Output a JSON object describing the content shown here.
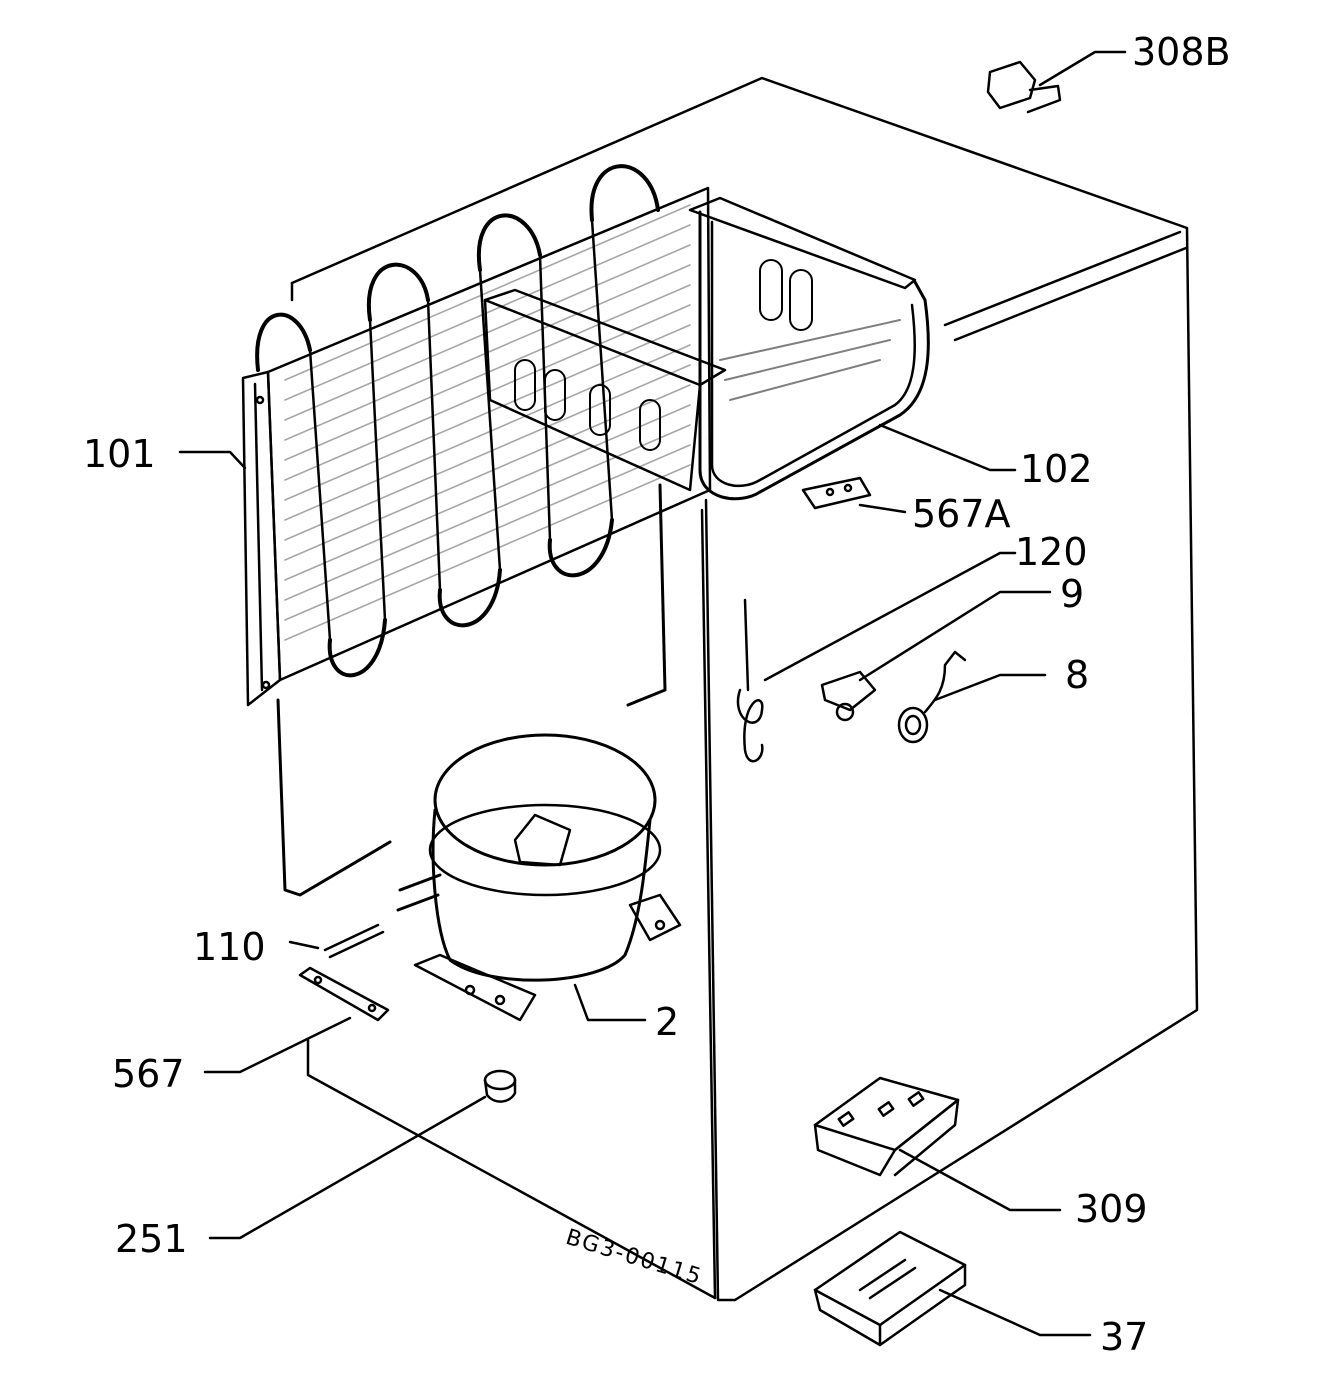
{
  "parts": [
    {
      "id": "p308b",
      "label": "308B"
    },
    {
      "id": "p101",
      "label": "101"
    },
    {
      "id": "p102",
      "label": "102"
    },
    {
      "id": "p567a",
      "label": "567A"
    },
    {
      "id": "p120",
      "label": "120"
    },
    {
      "id": "p9",
      "label": "9"
    },
    {
      "id": "p8",
      "label": "8"
    },
    {
      "id": "p110",
      "label": "110"
    },
    {
      "id": "p2",
      "label": "2"
    },
    {
      "id": "p567",
      "label": "567"
    },
    {
      "id": "p251",
      "label": "251"
    },
    {
      "id": "p309",
      "label": "309"
    },
    {
      "id": "p37",
      "label": "37"
    }
  ],
  "drawing_code": "BG3-00115"
}
